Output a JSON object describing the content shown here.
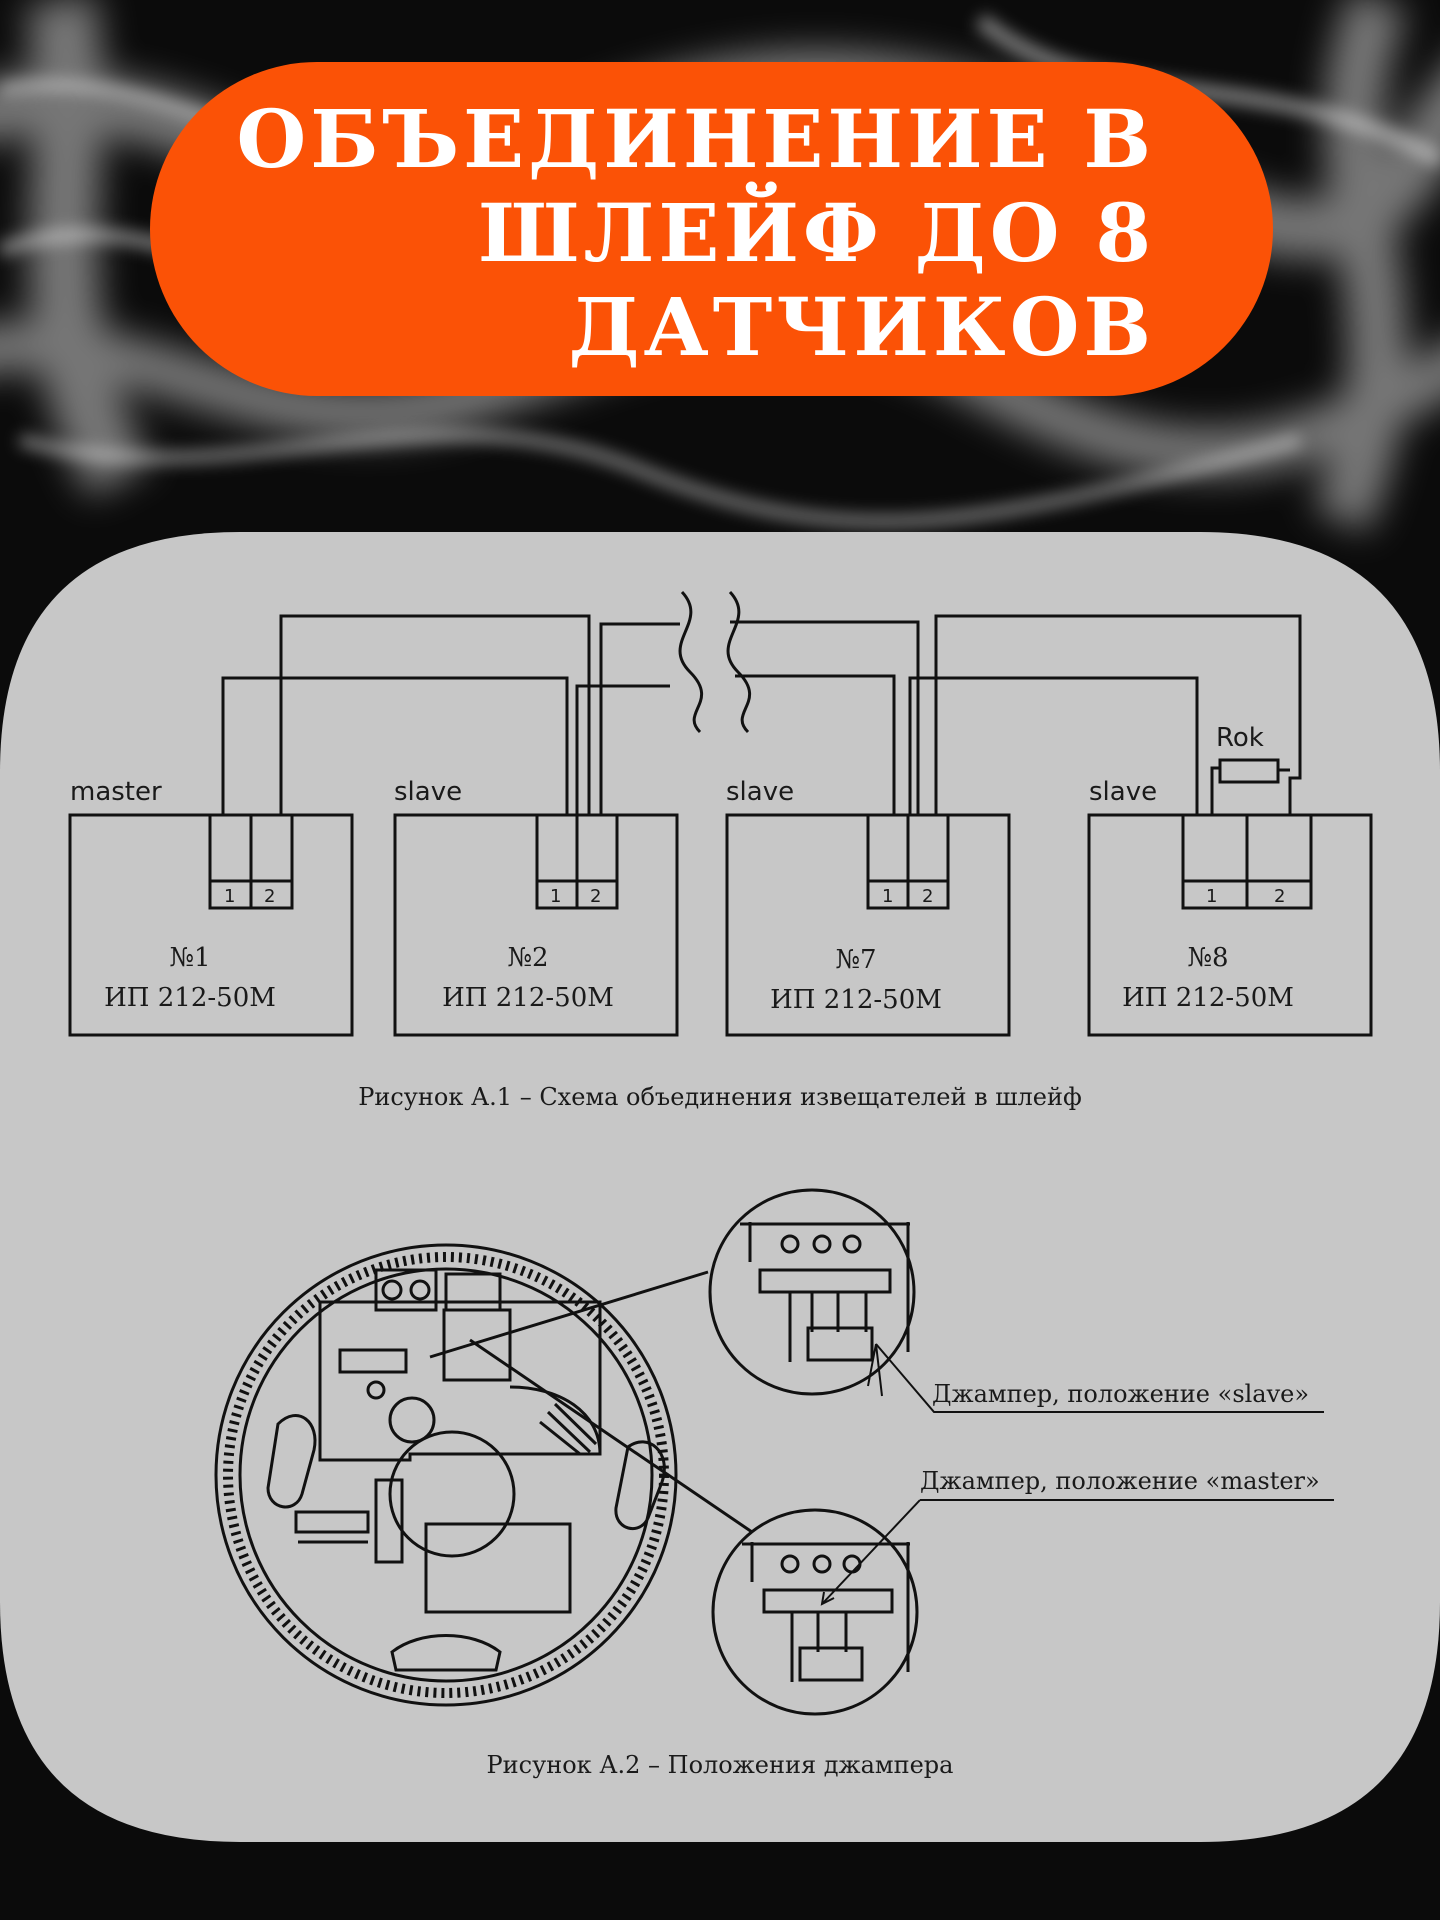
{
  "banner": {
    "line1": "ОБЪЕДИНЕНИЕ В",
    "line2": "ШЛЕЙФ ДО 8",
    "line3": "ДАТЧИКОВ"
  },
  "figure1": {
    "caption": "Рисунок А.1 – Схема объединения извещателей в шлейф",
    "resistor_label": "Rok",
    "devices": [
      {
        "role": "master",
        "number": "№1",
        "model": "ИП 212-50М",
        "terminal1": "1",
        "terminal2": "2"
      },
      {
        "role": "slave",
        "number": "№2",
        "model": "ИП 212-50М",
        "terminal1": "1",
        "terminal2": "2"
      },
      {
        "role": "slave",
        "number": "№7",
        "model": "ИП 212-50М",
        "terminal1": "1",
        "terminal2": "2"
      },
      {
        "role": "slave",
        "number": "№8",
        "model": "ИП 212-50М",
        "terminal1": "1",
        "terminal2": "2"
      }
    ]
  },
  "figure2": {
    "caption": "Рисунок А.2 – Положения джампера",
    "callout_slave": "Джампер, положение «slave»",
    "callout_master": "Джампер, положение «master»"
  },
  "colors": {
    "accent": "#fb5206",
    "panel": "#c7c7c7",
    "background": "#0a0a0a",
    "line": "#111111"
  },
  "icons": {
    "smoke_background": "smoke-icon",
    "resistor": "resistor-icon"
  }
}
